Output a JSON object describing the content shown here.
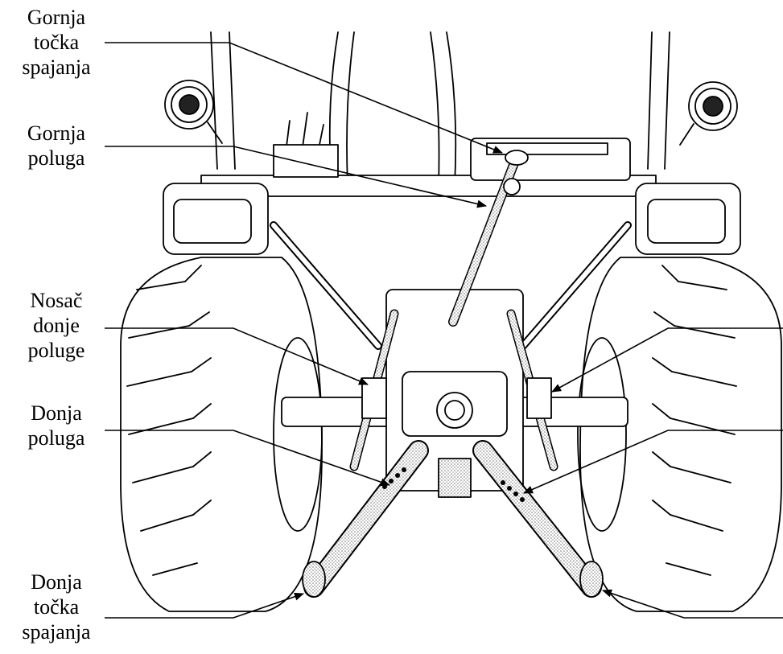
{
  "labels": {
    "upper_hitch_point": "Gornja\ntočka\nspajanja",
    "upper_link": "Gornja\npoluga",
    "lower_link_bracket": "Nosač\ndonje\npoluge",
    "lower_link": "Donja\npoluga",
    "lower_hitch_point": "Donja\ntočka\nspajanja"
  }
}
